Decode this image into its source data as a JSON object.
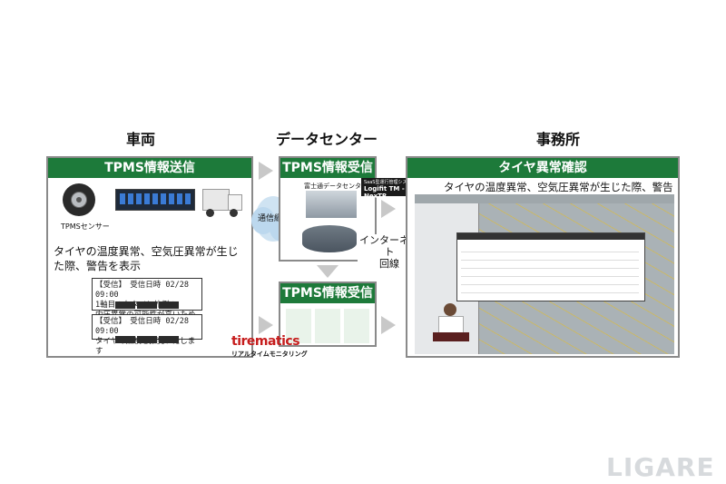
{
  "columns": {
    "vehicle": {
      "title": "車両",
      "band": "TPMS情報送信"
    },
    "datacenter": {
      "title": "データセンター",
      "band_top": "TPMS情報受信",
      "band_bottom": "TPMS情報受信"
    },
    "office": {
      "title": "事務所",
      "band": "タイヤ異常確認"
    }
  },
  "vehicle": {
    "sensor_label": "TPMSセンサー",
    "description": "タイヤの温度異常、空気圧異常が生じた際、警告を表示",
    "message1": {
      "line1": "【受信】　受信日時 02/28 09:00",
      "line2": "1軸目の左タイヤ外側の",
      "line3": "内圧異常の可能性が高いため"
    },
    "message2": {
      "line1": "【受信】　受信日時 02/28 09:00",
      "line2": "タイヤの点検を推奨いたします"
    }
  },
  "datacenter": {
    "network_label": "通信網",
    "fujitsu_label": "富士通データセンター",
    "internet_label_1": "インターネット",
    "internet_label_2": "回線",
    "tirematics_logo": "tirematics",
    "tirematics_sub": "リアルタイムモニタリング"
  },
  "office": {
    "system_sub": "SaaS型運行管理システム",
    "system_name": "Logifit TM - NexTR",
    "description": "タイヤの温度異常、空気圧異常が生じた際、警告を表示"
  },
  "watermark": "LIGARE",
  "colors": {
    "band_green": "#1d7a3a",
    "arrow_gray": "#c8c8c8",
    "border_gray": "#8a8a8a"
  }
}
